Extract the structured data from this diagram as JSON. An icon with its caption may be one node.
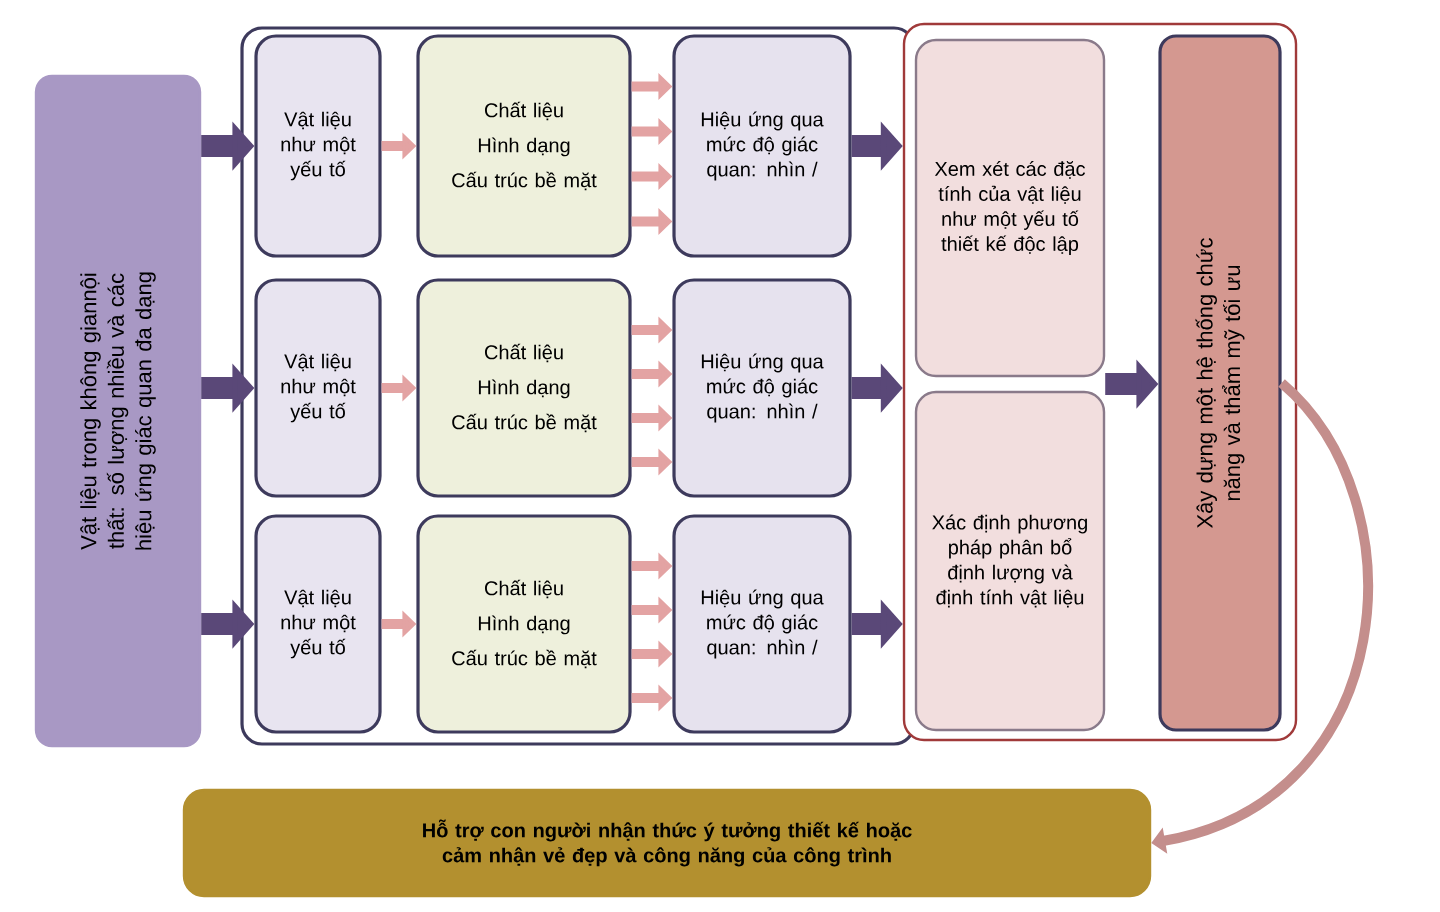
{
  "diagram": {
    "nodes": [
      {
        "text": [
          "Vật liệu trong không giannội thất: số lượng nhiều và các hiệu ứng giác quan đa dạng"
        ]
      },
      {
        "text": [],
        "shape": "box"
      },
      {
        "text": [
          "Vật liệu như một yếu tố"
        ],
        "in": 1
      },
      {
        "text": [
          "Chất liệu",
          "Hình dạng",
          "Cấu trúc bề mặt"
        ],
        "in": 1
      },
      {
        "text": [
          "Hiệu ứng qua mức độ giác quan: nhìn /"
        ],
        "in": 1
      },
      {
        "text": [
          "Vật liệu như một yếu tố"
        ],
        "in": 1
      },
      {
        "text": [
          "Chất liệu",
          "Hình dạng",
          "Cấu trúc bề mặt"
        ],
        "in": 1
      },
      {
        "text": [
          "Hiệu ứng qua mức độ giác quan: nhìn /"
        ],
        "in": 1
      },
      {
        "text": [
          "Vật liệu như một yếu tố"
        ],
        "in": 1
      },
      {
        "text": [
          "Chất liệu",
          "Hình dạng",
          "Cấu trúc bề mặt"
        ],
        "in": 1
      },
      {
        "text": [
          "Hiệu ứng qua mức độ giác quan: nhìn /"
        ],
        "in": 1
      },
      {
        "text": [],
        "shape": "box"
      },
      {
        "text": [
          "Xem xét các đặc tính của vật liệu như một yếu tố thiết kế độc lập"
        ],
        "in": 11
      },
      {
        "text": [
          "Xác định phương pháp phân bổ định lượng và định tính vật liệu"
        ],
        "in": 11
      },
      {
        "text": [
          "Xây dựng một hệ thống chức năng và thẩm mỹ tối ưu"
        ],
        "in": 11
      },
      {
        "text": [
          "Hỗ trợ con người nhận thức ý tưởng thiết kế hoặc cảm nhận vẻ đẹp và công năng của công trình"
        ]
      }
    ],
    "edges": [
      {
        "from": 0,
        "to": 2,
        "arrow": "to",
        "style": "thick",
        "color": "#5a4878"
      },
      {
        "from": 0,
        "to": 5,
        "arrow": "to",
        "style": "thick",
        "color": "#5a4878"
      },
      {
        "from": 0,
        "to": 8,
        "arrow": "to",
        "style": "thick",
        "color": "#5a4878"
      },
      {
        "from": 2,
        "to": 3,
        "arrow": "to"
      },
      {
        "from": 3,
        "to": 4,
        "arrow": "to"
      },
      {
        "from": 3,
        "to": 4,
        "arrow": "to"
      },
      {
        "from": 3,
        "to": 4,
        "arrow": "to"
      },
      {
        "from": 3,
        "to": 4,
        "arrow": "to"
      },
      {
        "from": 5,
        "to": 6,
        "arrow": "to"
      },
      {
        "from": 6,
        "to": 7,
        "arrow": "to"
      },
      {
        "from": 6,
        "to": 7,
        "arrow": "to"
      },
      {
        "from": 6,
        "to": 7,
        "arrow": "to"
      },
      {
        "from": 6,
        "to": 7,
        "arrow": "to"
      },
      {
        "from": 8,
        "to": 9,
        "arrow": "to"
      },
      {
        "from": 9,
        "to": 10,
        "arrow": "to"
      },
      {
        "from": 9,
        "to": 10,
        "arrow": "to"
      },
      {
        "from": 9,
        "to": 10,
        "arrow": "to"
      },
      {
        "from": 9,
        "to": 10,
        "arrow": "to"
      },
      {
        "from": 4,
        "to": 11,
        "arrow": "to",
        "style": "thick",
        "color": "#5a4878"
      },
      {
        "from": 7,
        "to": 11,
        "arrow": "to",
        "style": "thick",
        "color": "#5a4878"
      },
      {
        "from": 10,
        "to": 11,
        "arrow": "to",
        "style": "thick",
        "color": "#5a4878"
      },
      {
        "from": 12,
        "to": 14,
        "arrow": "to",
        "style": "thick",
        "color": "#5a4878"
      },
      {
        "from": 13,
        "to": 14,
        "arrow": "to",
        "style": "thick",
        "color": "#5a4878"
      },
      {
        "from": 14,
        "to": 15,
        "arrow": "to",
        "color": "#c48e8c"
      }
    ]
  }
}
